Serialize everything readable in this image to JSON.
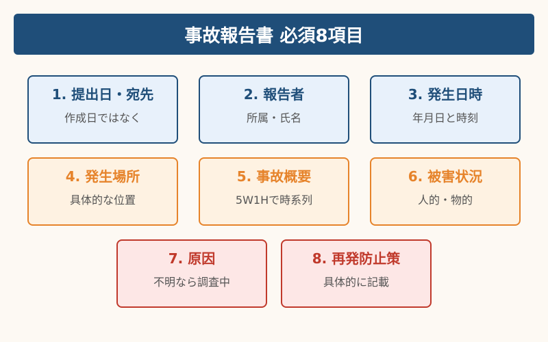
{
  "header": {
    "title": "事故報告書 必須8項目"
  },
  "colors": {
    "background": "#fdf9f3",
    "header_bg": "#1f4e79",
    "blue": "#1f4e79",
    "blue_fill": "#e8f1fb",
    "orange": "#e6832a",
    "orange_fill": "#fef2e2",
    "red": "#c0392b",
    "red_fill": "#fde7e6"
  },
  "items": [
    {
      "title": "1. 提出日・宛先",
      "desc": "作成日ではなく",
      "group": "blue"
    },
    {
      "title": "2. 報告者",
      "desc": "所属・氏名",
      "group": "blue"
    },
    {
      "title": "3. 発生日時",
      "desc": "年月日と時刻",
      "group": "blue"
    },
    {
      "title": "4. 発生場所",
      "desc": "具体的な位置",
      "group": "orange"
    },
    {
      "title": "5. 事故概要",
      "desc": "5W1Hで時系列",
      "group": "orange"
    },
    {
      "title": "6. 被害状況",
      "desc": "人的・物的",
      "group": "orange"
    },
    {
      "title": "7. 原因",
      "desc": "不明なら調査中",
      "group": "red"
    },
    {
      "title": "8. 再発防止策",
      "desc": "具体的に記載",
      "group": "red"
    }
  ]
}
